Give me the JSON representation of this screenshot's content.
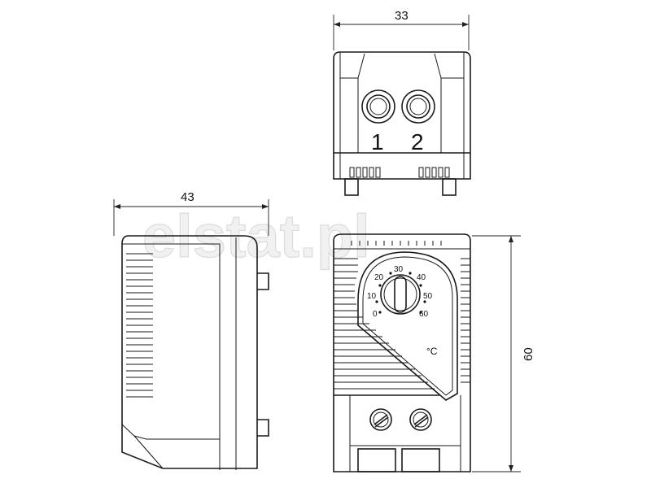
{
  "watermark": "elstat.pl",
  "dimensions": {
    "top_width": "33",
    "side_width": "43",
    "height": "60"
  },
  "terminals": {
    "left": "1",
    "right": "2"
  },
  "scale": {
    "labels": [
      "0",
      "10",
      "20",
      "30",
      "40",
      "50",
      "60"
    ],
    "unit": "°C"
  }
}
